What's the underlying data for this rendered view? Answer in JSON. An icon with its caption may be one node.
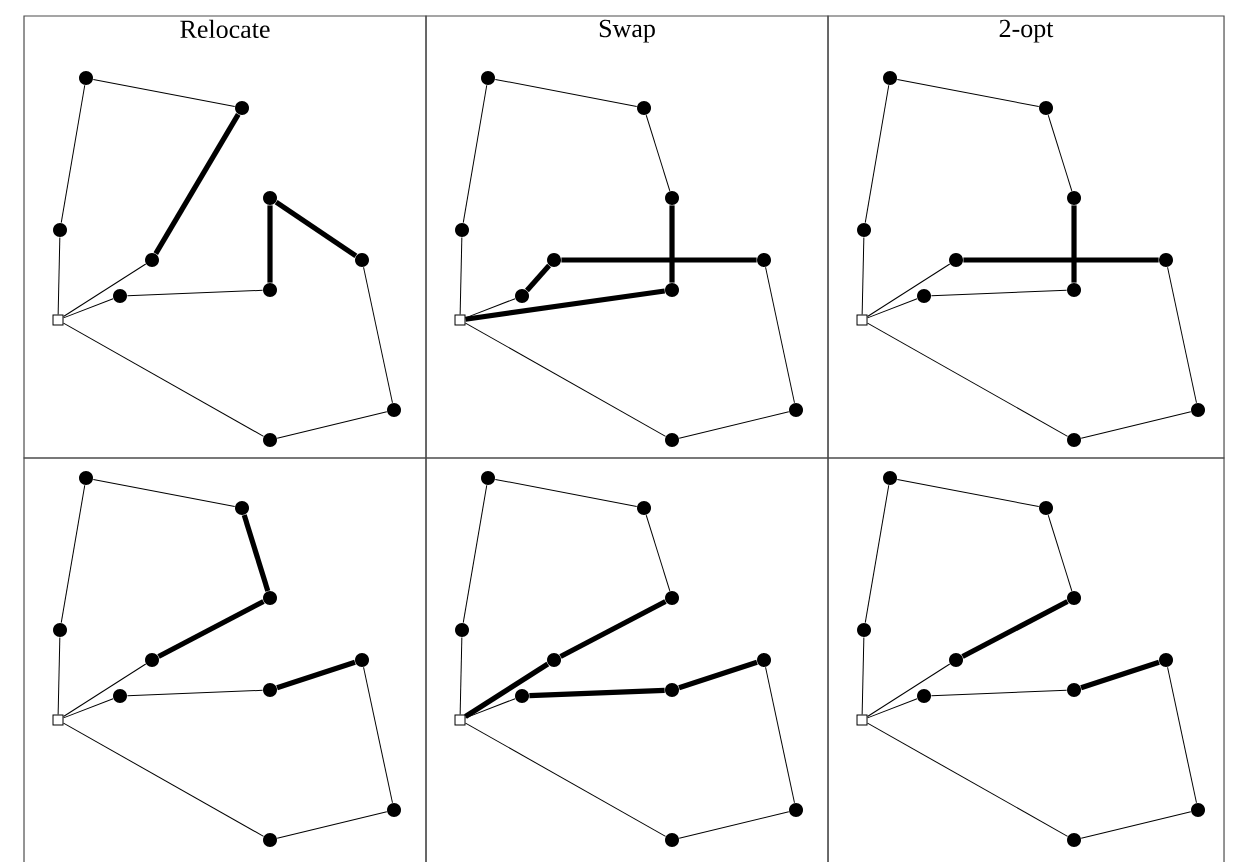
{
  "diagram": {
    "nodes": [
      {
        "text": [
          "Relocate"
        ]
      },
      {
        "text": [],
        "shape": "box",
        "in": 0
      },
      {
        "text": [],
        "shape": "circle",
        "in": 0
      },
      {
        "text": [],
        "shape": "circle",
        "in": 0
      },
      {
        "text": [],
        "shape": "circle",
        "in": 0
      },
      {
        "text": [],
        "shape": "circle",
        "in": 0
      },
      {
        "text": [],
        "shape": "circle",
        "in": 0
      },
      {
        "text": [],
        "shape": "circle",
        "in": 0
      },
      {
        "text": [],
        "shape": "circle",
        "in": 0
      },
      {
        "text": [],
        "shape": "circle",
        "in": 0
      },
      {
        "text": [],
        "shape": "circle",
        "in": 0
      },
      {
        "text": [],
        "shape": "circle",
        "in": 0
      },
      {
        "text": [
          "Swap"
        ]
      },
      {
        "text": [],
        "shape": "box",
        "in": 12
      },
      {
        "text": [],
        "shape": "circle",
        "in": 12
      },
      {
        "text": [],
        "shape": "circle",
        "in": 12
      },
      {
        "text": [],
        "shape": "circle",
        "in": 12
      },
      {
        "text": [],
        "shape": "circle",
        "in": 12
      },
      {
        "text": [],
        "shape": "circle",
        "in": 12
      },
      {
        "text": [],
        "shape": "circle",
        "in": 12
      },
      {
        "text": [],
        "shape": "circle",
        "in": 12
      },
      {
        "text": [],
        "shape": "circle",
        "in": 12
      },
      {
        "text": [],
        "shape": "circle",
        "in": 12
      },
      {
        "text": [],
        "shape": "circle",
        "in": 12
      },
      {
        "text": [
          "2-opt"
        ]
      },
      {
        "text": [],
        "shape": "box",
        "in": 24
      },
      {
        "text": [],
        "shape": "circle",
        "in": 24
      },
      {
        "text": [],
        "shape": "circle",
        "in": 24
      },
      {
        "text": [],
        "shape": "circle",
        "in": 24
      },
      {
        "text": [],
        "shape": "circle",
        "in": 24
      },
      {
        "text": [],
        "shape": "circle",
        "in": 24
      },
      {
        "text": [],
        "shape": "circle",
        "in": 24
      },
      {
        "text": [],
        "shape": "circle",
        "in": 24
      },
      {
        "text": [],
        "shape": "circle",
        "in": 24
      },
      {
        "text": [],
        "shape": "circle",
        "in": 24
      },
      {
        "text": [],
        "shape": "circle",
        "in": 24
      },
      {
        "text": [],
        "shape": "box"
      },
      {
        "text": [],
        "shape": "box",
        "in": 36
      },
      {
        "text": [],
        "shape": "circle",
        "in": 36
      },
      {
        "text": [],
        "shape": "circle",
        "in": 36
      },
      {
        "text": [],
        "shape": "circle",
        "in": 36
      },
      {
        "text": [],
        "shape": "circle",
        "in": 36
      },
      {
        "text": [],
        "shape": "circle",
        "in": 36
      },
      {
        "text": [],
        "shape": "circle",
        "in": 36
      },
      {
        "text": [],
        "shape": "circle",
        "in": 36
      },
      {
        "text": [],
        "shape": "circle",
        "in": 36
      },
      {
        "text": [],
        "shape": "circle",
        "in": 36
      },
      {
        "text": [],
        "shape": "circle",
        "in": 36
      },
      {
        "text": [],
        "shape": "box"
      },
      {
        "text": [],
        "shape": "box",
        "in": 48
      },
      {
        "text": [],
        "shape": "circle",
        "in": 48
      },
      {
        "text": [],
        "shape": "circle",
        "in": 48
      },
      {
        "text": [],
        "shape": "circle",
        "in": 48
      },
      {
        "text": [],
        "shape": "circle",
        "in": 48
      },
      {
        "text": [],
        "shape": "circle",
        "in": 48
      },
      {
        "text": [],
        "shape": "circle",
        "in": 48
      },
      {
        "text": [],
        "shape": "circle",
        "in": 48
      },
      {
        "text": [],
        "shape": "circle",
        "in": 48
      },
      {
        "text": [],
        "shape": "circle",
        "in": 48
      },
      {
        "text": [],
        "shape": "circle",
        "in": 48
      },
      {
        "text": [],
        "shape": "box"
      },
      {
        "text": [],
        "shape": "box",
        "in": 60
      },
      {
        "text": [],
        "shape": "circle",
        "in": 60
      },
      {
        "text": [],
        "shape": "circle",
        "in": 60
      },
      {
        "text": [],
        "shape": "circle",
        "in": 60
      },
      {
        "text": [],
        "shape": "circle",
        "in": 60
      },
      {
        "text": [],
        "shape": "circle",
        "in": 60
      },
      {
        "text": [],
        "shape": "circle",
        "in": 60
      },
      {
        "text": [],
        "shape": "circle",
        "in": 60
      },
      {
        "text": [],
        "shape": "circle",
        "in": 60
      },
      {
        "text": [],
        "shape": "circle",
        "in": 60
      },
      {
        "text": [],
        "shape": "circle",
        "in": 60
      }
    ],
    "edges": [
      {
        "from": 1,
        "to": 5,
        "arrow": "none"
      },
      {
        "from": 5,
        "to": 2,
        "arrow": "none"
      },
      {
        "from": 2,
        "to": 3,
        "arrow": "none"
      },
      {
        "from": 3,
        "to": 6,
        "arrow": "none",
        "style": "thick"
      },
      {
        "from": 6,
        "to": 1,
        "arrow": "none"
      },
      {
        "from": 1,
        "to": 9,
        "arrow": "none"
      },
      {
        "from": 9,
        "to": 8,
        "arrow": "none"
      },
      {
        "from": 8,
        "to": 4,
        "arrow": "none",
        "style": "thick"
      },
      {
        "from": 4,
        "to": 7,
        "arrow": "none",
        "style": "thick"
      },
      {
        "from": 7,
        "to": 10,
        "arrow": "none"
      },
      {
        "from": 10,
        "to": 11,
        "arrow": "none"
      },
      {
        "from": 11,
        "to": 1,
        "arrow": "none"
      },
      {
        "from": 13,
        "to": 17,
        "arrow": "none"
      },
      {
        "from": 17,
        "to": 14,
        "arrow": "none"
      },
      {
        "from": 14,
        "to": 15,
        "arrow": "none"
      },
      {
        "from": 15,
        "to": 16,
        "arrow": "none"
      },
      {
        "from": 16,
        "to": 20,
        "arrow": "none",
        "style": "thick"
      },
      {
        "from": 20,
        "to": 13,
        "arrow": "none",
        "style": "thick"
      },
      {
        "from": 13,
        "to": 21,
        "arrow": "none"
      },
      {
        "from": 21,
        "to": 18,
        "arrow": "none",
        "style": "thick"
      },
      {
        "from": 18,
        "to": 19,
        "arrow": "none",
        "style": "thick"
      },
      {
        "from": 19,
        "to": 22,
        "arrow": "none"
      },
      {
        "from": 22,
        "to": 23,
        "arrow": "none"
      },
      {
        "from": 23,
        "to": 13,
        "arrow": "none"
      },
      {
        "from": 25,
        "to": 29,
        "arrow": "none"
      },
      {
        "from": 29,
        "to": 26,
        "arrow": "none"
      },
      {
        "from": 26,
        "to": 27,
        "arrow": "none"
      },
      {
        "from": 27,
        "to": 28,
        "arrow": "none"
      },
      {
        "from": 28,
        "to": 32,
        "arrow": "none",
        "style": "thick"
      },
      {
        "from": 32,
        "to": 33,
        "arrow": "none"
      },
      {
        "from": 33,
        "to": 25,
        "arrow": "none"
      },
      {
        "from": 25,
        "to": 30,
        "arrow": "none"
      },
      {
        "from": 30,
        "to": 31,
        "arrow": "none",
        "style": "thick"
      },
      {
        "from": 31,
        "to": 34,
        "arrow": "none"
      },
      {
        "from": 34,
        "to": 35,
        "arrow": "none"
      },
      {
        "from": 35,
        "to": 25,
        "arrow": "none"
      },
      {
        "from": 37,
        "to": 41,
        "arrow": "none"
      },
      {
        "from": 41,
        "to": 38,
        "arrow": "none"
      },
      {
        "from": 38,
        "to": 39,
        "arrow": "none"
      },
      {
        "from": 39,
        "to": 40,
        "arrow": "none",
        "style": "thick"
      },
      {
        "from": 40,
        "to": 42,
        "arrow": "none",
        "style": "thick"
      },
      {
        "from": 42,
        "to": 37,
        "arrow": "none"
      },
      {
        "from": 37,
        "to": 45,
        "arrow": "none"
      },
      {
        "from": 45,
        "to": 44,
        "arrow": "none"
      },
      {
        "from": 44,
        "to": 43,
        "arrow": "none",
        "style": "thick"
      },
      {
        "from": 43,
        "to": 46,
        "arrow": "none"
      },
      {
        "from": 46,
        "to": 47,
        "arrow": "none"
      },
      {
        "from": 47,
        "to": 37,
        "arrow": "none"
      },
      {
        "from": 49,
        "to": 53,
        "arrow": "none"
      },
      {
        "from": 53,
        "to": 50,
        "arrow": "none"
      },
      {
        "from": 50,
        "to": 51,
        "arrow": "none"
      },
      {
        "from": 51,
        "to": 52,
        "arrow": "none"
      },
      {
        "from": 52,
        "to": 54,
        "arrow": "none",
        "style": "thick"
      },
      {
        "from": 54,
        "to": 49,
        "arrow": "none",
        "style": "thick"
      },
      {
        "from": 49,
        "to": 57,
        "arrow": "none"
      },
      {
        "from": 57,
        "to": 56,
        "arrow": "none",
        "style": "thick"
      },
      {
        "from": 56,
        "to": 55,
        "arrow": "none",
        "style": "thick"
      },
      {
        "from": 55,
        "to": 58,
        "arrow": "none"
      },
      {
        "from": 58,
        "to": 59,
        "arrow": "none"
      },
      {
        "from": 59,
        "to": 49,
        "arrow": "none"
      },
      {
        "from": 61,
        "to": 65,
        "arrow": "none"
      },
      {
        "from": 65,
        "to": 62,
        "arrow": "none"
      },
      {
        "from": 62,
        "to": 63,
        "arrow": "none"
      },
      {
        "from": 63,
        "to": 64,
        "arrow": "none"
      },
      {
        "from": 64,
        "to": 66,
        "arrow": "none",
        "style": "thick"
      },
      {
        "from": 66,
        "to": 61,
        "arrow": "none"
      },
      {
        "from": 61,
        "to": 69,
        "arrow": "none"
      },
      {
        "from": 69,
        "to": 68,
        "arrow": "none"
      },
      {
        "from": 68,
        "to": 67,
        "arrow": "none",
        "style": "thick"
      },
      {
        "from": 67,
        "to": 70,
        "arrow": "none"
      },
      {
        "from": 70,
        "to": 71,
        "arrow": "none"
      },
      {
        "from": 71,
        "to": 61,
        "arrow": "none"
      }
    ]
  }
}
